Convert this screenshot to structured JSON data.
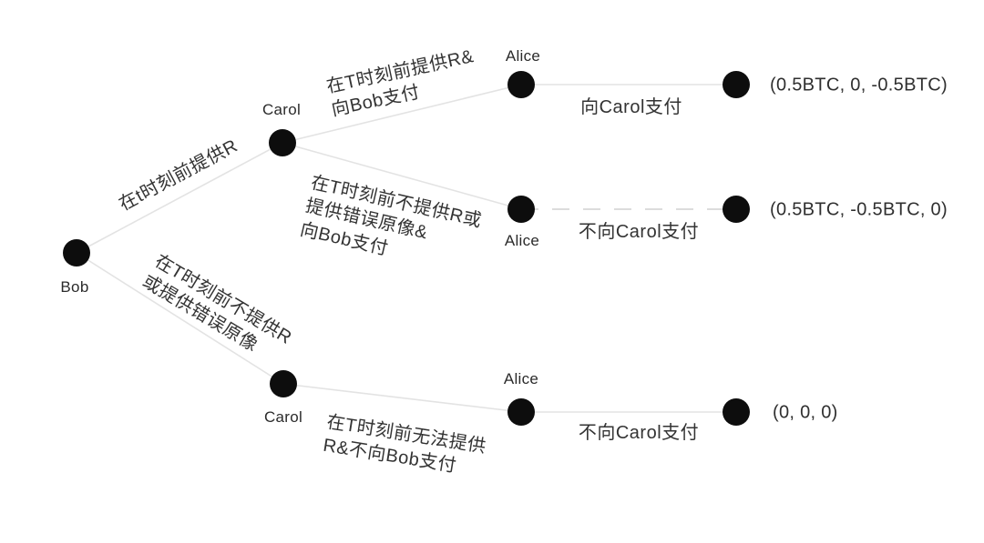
{
  "diagram_type": "game-tree",
  "colors": {
    "background": "#ffffff",
    "node": "#0d0d0d",
    "edge": "#e3e3e3",
    "edge_dashed": "#dcdcdc",
    "text": "#333333"
  },
  "players": {
    "bob": "Bob",
    "carol_top": "Carol",
    "carol_bottom": "Carol",
    "alice_top": "Alice",
    "alice_mid": "Alice",
    "alice_bottom": "Alice"
  },
  "edge_labels": {
    "bob_to_carol_top": "在t时刻前提供R",
    "bob_to_carol_bottom": "在T时刻前不提供R\n或提供错误原像",
    "carol_to_alice_top": "在T时刻前提供R&\n向Bob支付",
    "carol_to_alice_mid": "在T时刻前不提供R或\n提供错误原像&\n向Bob支付",
    "carol_to_alice_bottom": "在T时刻前无法提供\nR&不向Bob支付",
    "alice_top_to_outcome": "向Carol支付",
    "alice_mid_to_outcome": "不向Carol支付",
    "alice_bottom_to_outcome": "不向Carol支付"
  },
  "payoffs": {
    "top": "(0.5BTC, 0, -0.5BTC)",
    "mid": "(0.5BTC, -0.5BTC, 0)",
    "bottom": "(0, 0, 0)"
  }
}
